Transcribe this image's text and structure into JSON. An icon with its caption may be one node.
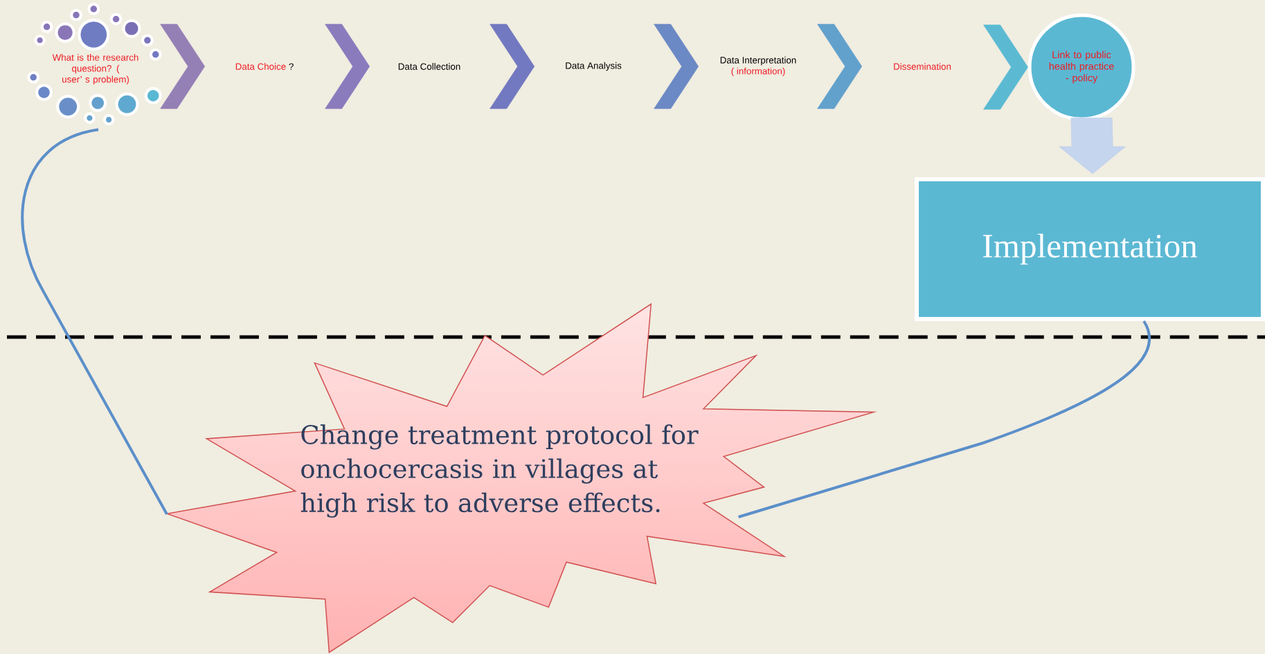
{
  "diagram": {
    "nodes": [
      {
        "text": [
          "What is the research question? ( user’ s problem)"
        ]
      },
      {
        "text": [
          "Data Choice",
          "?"
        ]
      },
      {
        "text": [
          "Data Collection"
        ]
      },
      {
        "text": [
          "Data Analysis"
        ]
      },
      {
        "text": [
          "Data Interpretation",
          "( information)"
        ]
      },
      {
        "text": [
          "Dissemination"
        ]
      },
      {
        "text": [
          "Link to public health practice - policy"
        ]
      },
      {
        "text": [
          "Implementation"
        ]
      },
      {
        "text": [
          "Change treatment protocol for onchocercasis in villages at high risk to adverse effects."
        ]
      }
    ],
    "edges": [
      {
        "from": 0,
        "to": 1,
        "arrow": "to"
      },
      {
        "from": 1,
        "to": 2,
        "arrow": "to"
      },
      {
        "from": 2,
        "to": 3,
        "arrow": "to"
      },
      {
        "from": 3,
        "to": 4,
        "arrow": "to"
      },
      {
        "from": 4,
        "to": 5,
        "arrow": "to"
      },
      {
        "from": 5,
        "to": 6,
        "arrow": "to"
      },
      {
        "from": 6,
        "to": 7,
        "arrow": "to"
      },
      {
        "from": 0,
        "to": 8,
        "arrow": "none"
      },
      {
        "from": 7,
        "to": 8,
        "arrow": "none"
      }
    ]
  }
}
